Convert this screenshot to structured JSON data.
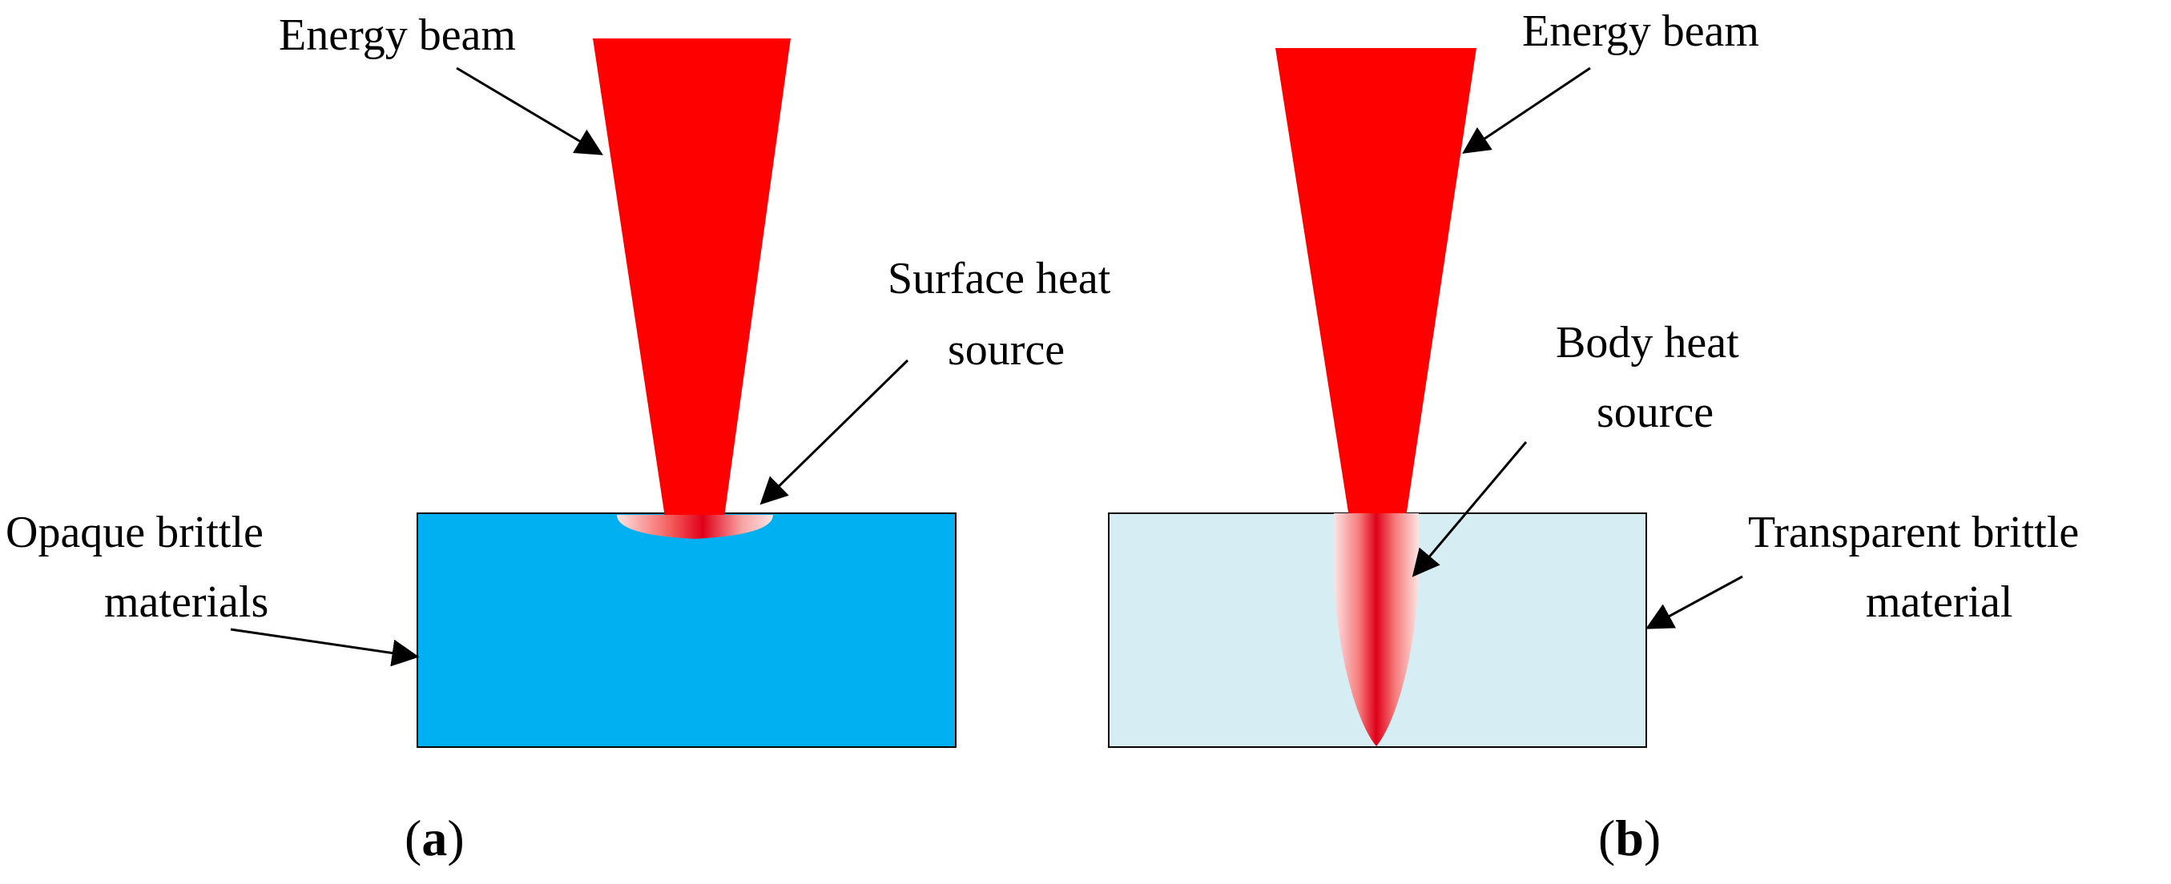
{
  "colors": {
    "beam": "#ff0000",
    "opaque_material": "#00b0f0",
    "transparent_material": "#d6eef3",
    "outline": "#000000",
    "arrow": "#000000"
  },
  "panel_a": {
    "beam_label": "Energy beam",
    "heat_source_label_line1": "Surface heat",
    "heat_source_label_line2": "source",
    "material_label_line1": "Opaque brittle",
    "material_label_line2": "materials",
    "caption_open": "(",
    "caption_letter": "a",
    "caption_close": ")"
  },
  "panel_b": {
    "beam_label": "Energy beam",
    "heat_source_label_line1": "Body heat",
    "heat_source_label_line2": "source",
    "material_label_line1": "Transparent brittle",
    "material_label_line2": "material",
    "caption_open": "(",
    "caption_letter": "b",
    "caption_close": ")"
  }
}
